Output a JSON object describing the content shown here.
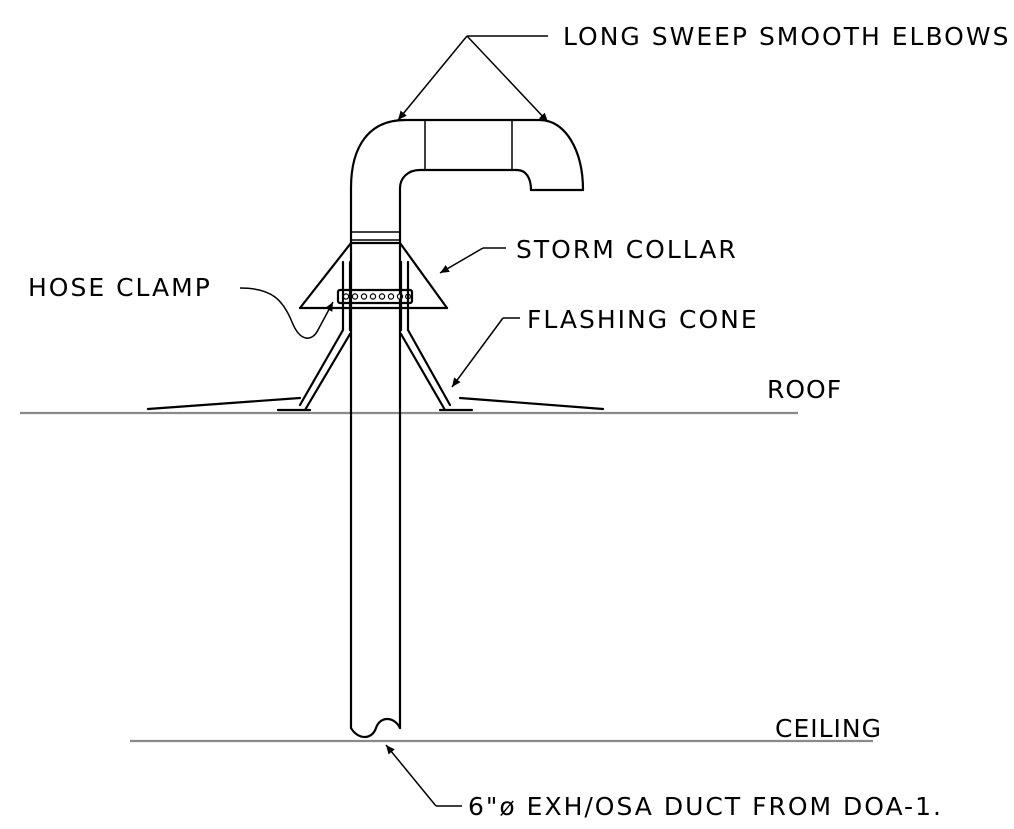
{
  "labels": {
    "elbows": "LONG SWEEP SMOOTH ELBOWS",
    "storm_collar": "STORM COLLAR",
    "hose_clamp": "HOSE CLAMP",
    "flashing_cone": "FLASHING CONE",
    "roof": "ROOF",
    "ceiling": "CEILING",
    "duct": "6\"ø EXH/OSA DUCT FROM DOA-1."
  },
  "colors": {
    "line": "#000000",
    "reference_line": "#8a8a8a",
    "background": "#ffffff"
  }
}
